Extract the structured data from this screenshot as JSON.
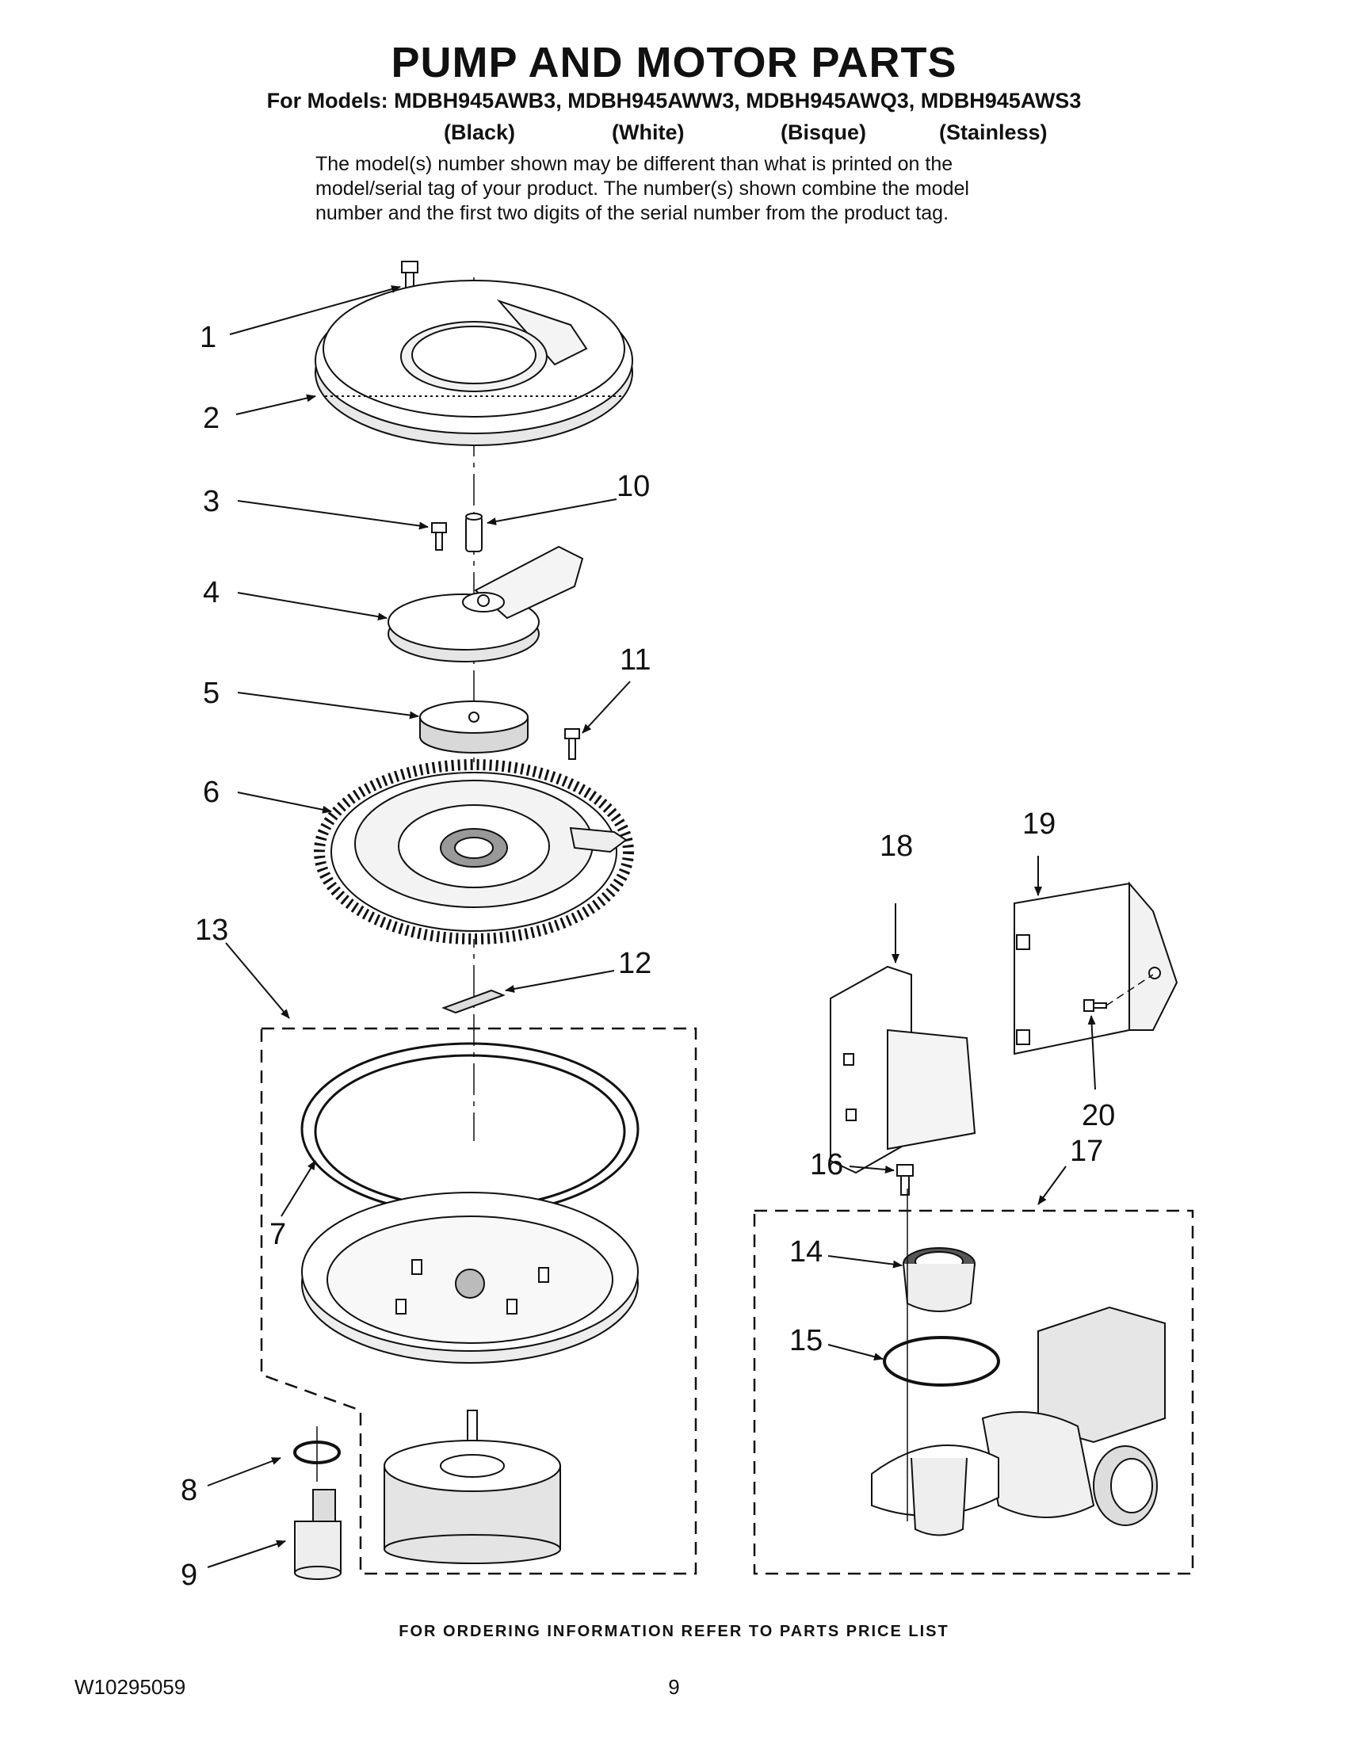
{
  "header": {
    "title": "PUMP AND MOTOR PARTS",
    "models_line": "For Models: MDBH945AWB3, MDBH945AWW3, MDBH945AWQ3, MDBH945AWS3",
    "colors": [
      "(Black)",
      "(White)",
      "(Bisque)",
      "(Stainless)"
    ],
    "note_lines": [
      "The model(s) number shown may be different than what is printed on the",
      "model/serial tag of your product. The number(s) shown combine the model",
      "number and the first two digits of the serial number from the product tag."
    ]
  },
  "callouts": [
    "1",
    "2",
    "3",
    "4",
    "5",
    "6",
    "7",
    "8",
    "9",
    "10",
    "11",
    "12",
    "13",
    "14",
    "15",
    "16",
    "17",
    "18",
    "19",
    "20"
  ],
  "footer": {
    "ordering_info": "FOR ORDERING INFORMATION REFER TO PARTS PRICE LIST",
    "document_number": "W10295059",
    "page_number": "9"
  }
}
